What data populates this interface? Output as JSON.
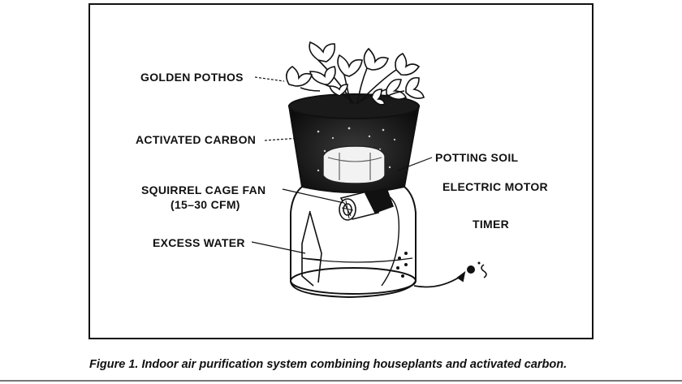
{
  "diagram": {
    "labels": {
      "golden_pothos": "GOLDEN POTHOS",
      "activated_carbon": "ACTIVATED CARBON",
      "potting_soil": "POTTING SOIL",
      "squirrel_cage_fan": "SQUIRREL CAGE FAN",
      "fan_rating": "(15–30 CFM)",
      "electric_motor": "ELECTRIC MOTOR",
      "timer": "TIMER",
      "excess_water": "EXCESS WATER"
    }
  },
  "caption": "Figure 1. Indoor air purification system combining houseplants and activated carbon."
}
